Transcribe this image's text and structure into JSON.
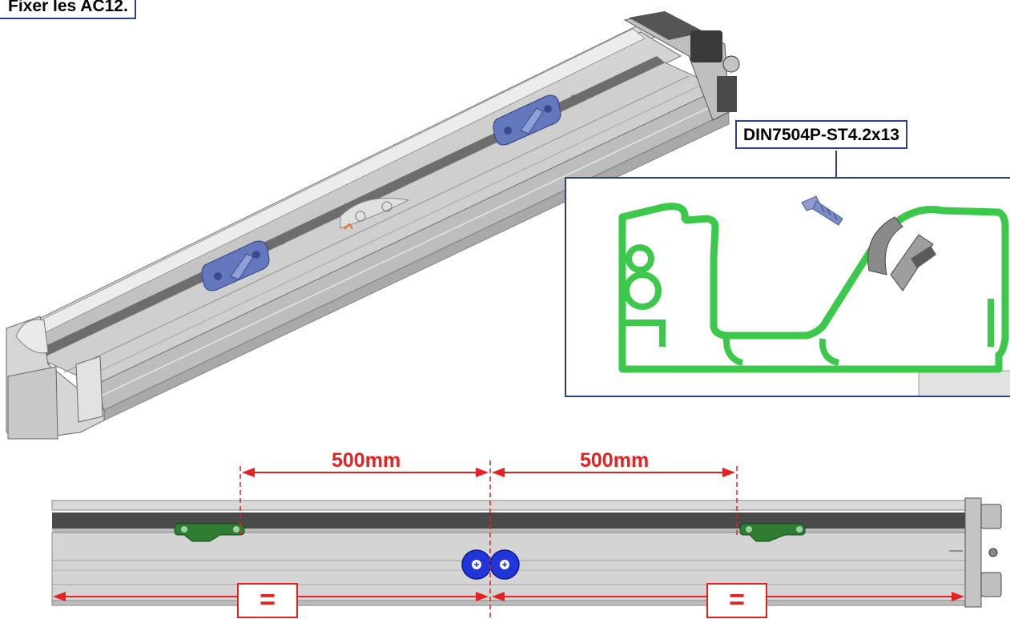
{
  "title": "Fixer les AC12.",
  "screw_label": "DIN7504P-ST4.2x13",
  "dimensions": {
    "left": "500mm",
    "right": "500mm"
  },
  "equal_mark": "=",
  "colors": {
    "border_blue": "#2b3f8c",
    "dimension_red": "#e32222",
    "profile_green": "#3cc84a",
    "bracket_blue": "#5f73b8",
    "clip_green": "#2e7d32",
    "aluminum_grey": "#c8c8c8"
  },
  "icons": [
    "screw-icon",
    "bracket-icon",
    "clip-icon",
    "connector-icon"
  ]
}
